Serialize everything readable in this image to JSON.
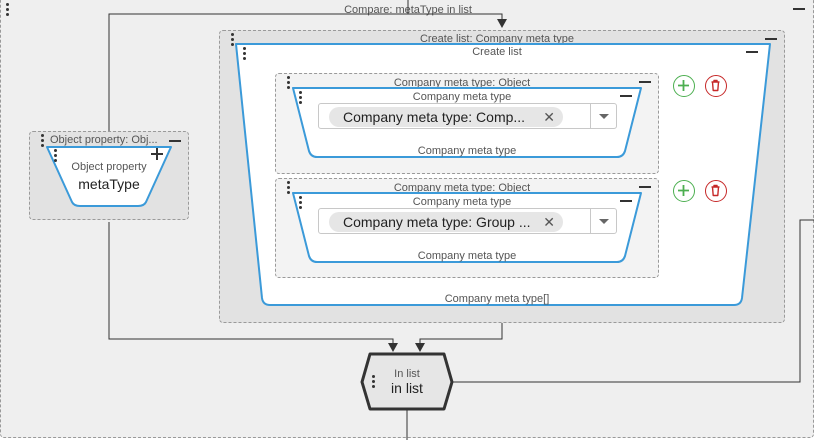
{
  "compare": {
    "title": "Compare: metaType in list"
  },
  "object_property": {
    "title": "Object property: Obj...",
    "label": "Object property",
    "value": "metaType"
  },
  "create_list_outer": {
    "title": "Create list: Company meta type"
  },
  "create_list": {
    "label": "Create list",
    "footer": "Company meta type[]"
  },
  "items": [
    {
      "title": "Company meta type: Object",
      "label": "Company meta type",
      "chip": "Company meta type: Comp...",
      "footer": "Company meta type"
    },
    {
      "title": "Company meta type: Object",
      "label": "Company meta type",
      "chip": "Company meta type: Group ...",
      "footer": "Company meta type"
    }
  ],
  "in_list": {
    "label": "In list",
    "value": "in list"
  },
  "colors": {
    "blue": "#3b9ad9",
    "green": "#4caf50",
    "red": "#c62828",
    "dark": "#333333"
  },
  "icons": {
    "add": "plus-icon",
    "delete": "trash-icon",
    "collapse": "minus-icon",
    "drag": "drag-dots-icon",
    "dropdown": "chevron-down-icon",
    "remove": "close-icon"
  }
}
